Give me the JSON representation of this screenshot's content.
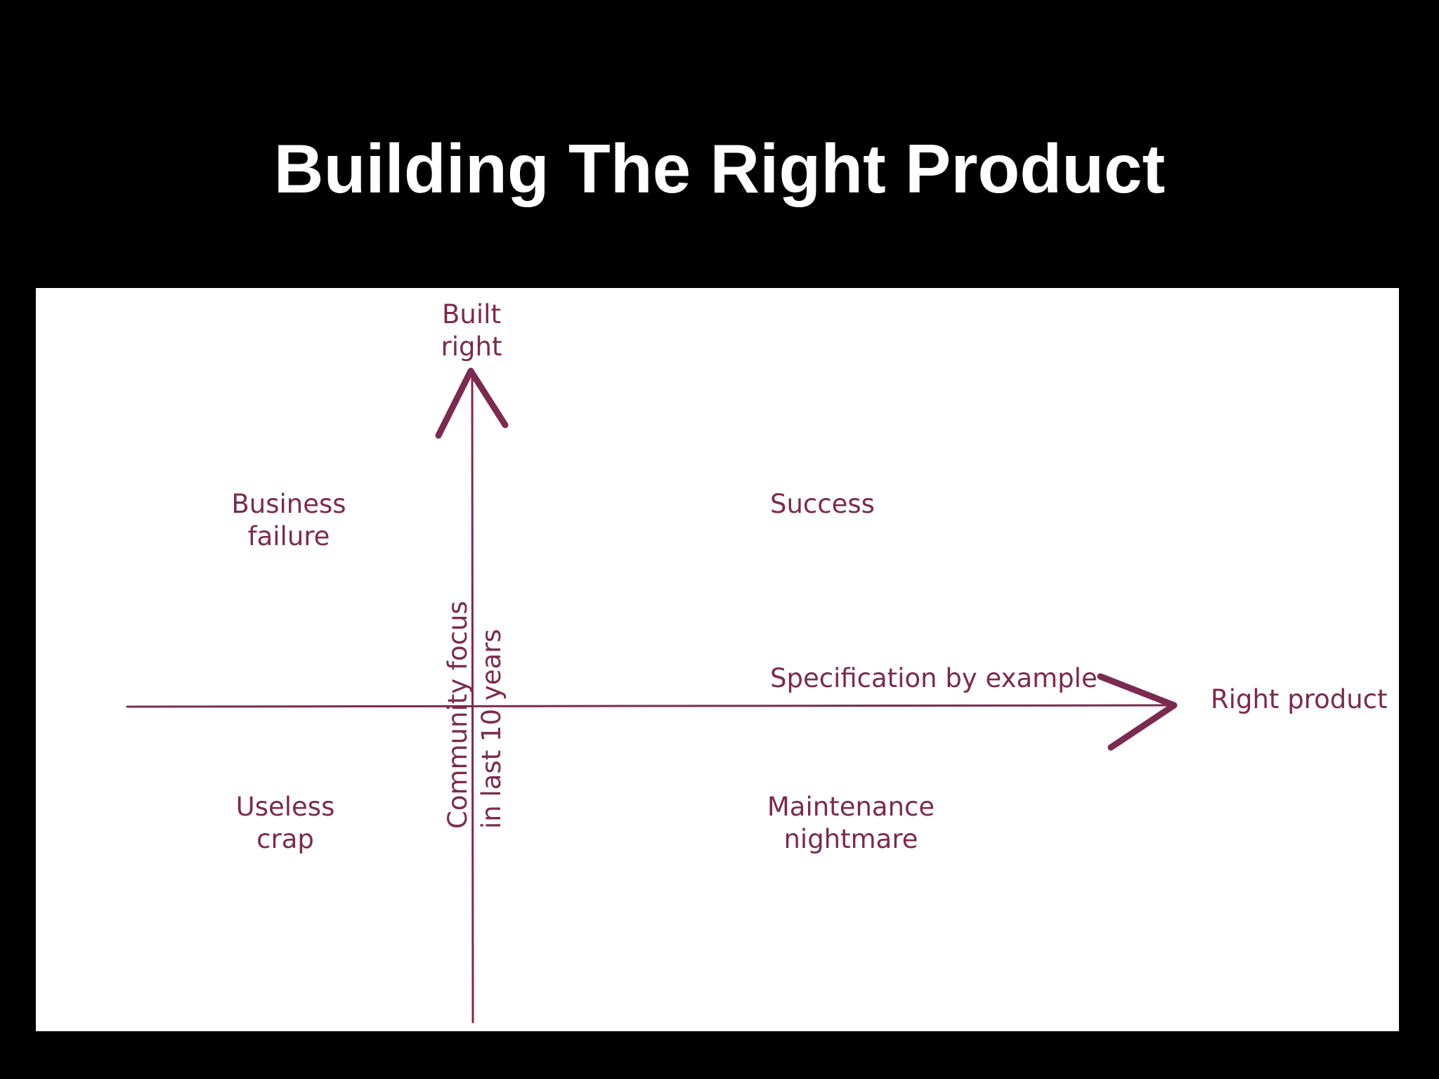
{
  "slide": {
    "title": "Building The Right Product"
  },
  "diagram": {
    "y_axis": {
      "line1": "Built",
      "line2": "right"
    },
    "x_axis": {
      "label": "Right product",
      "annotation": "Specification by example"
    },
    "y_annotation": {
      "line1": "Community focus",
      "line2": "in last 10 years"
    },
    "quadrants": {
      "top_left": {
        "line1": "Business",
        "line2": "failure"
      },
      "top_right": {
        "line1": "Success"
      },
      "bottom_left": {
        "line1": "Useless",
        "line2": "crap"
      },
      "bottom_right": {
        "line1": "Maintenance",
        "line2": "nightmare"
      }
    },
    "colors": {
      "ink": "#7a2b4f",
      "background": "#ffffff",
      "slide_background": "#000000",
      "title": "#ffffff"
    }
  }
}
